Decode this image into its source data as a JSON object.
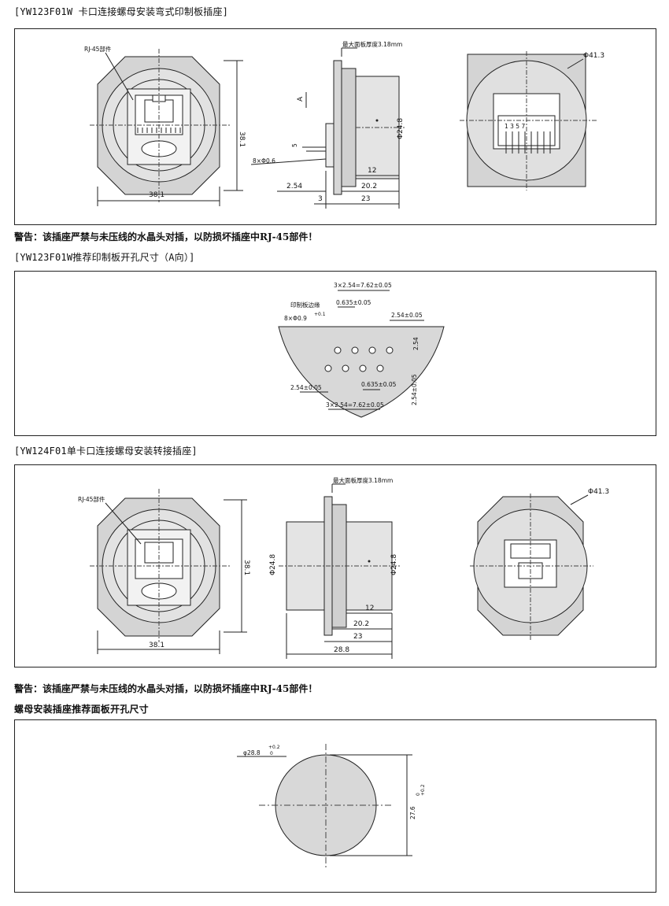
{
  "sections": [
    {
      "heading": "[YW123F01W 卡口连接螺母安装弯式印制板插座]"
    },
    {
      "heading": "[YW123F01W推荐印制板开孔尺寸（A向）]"
    },
    {
      "heading": "[YW124F01单卡口连接螺母安装转接插座]"
    },
    {
      "heading": "螺母安装插座推荐面板开孔尺寸"
    }
  ],
  "warnings": [
    "警告：该插座严禁与未压线的水晶头对插，以防损坏插座中RJ-45部件！",
    "警告：该插座严禁与未压线的水晶头对插，以防损坏插座中RJ-45部件！"
  ],
  "panel1": {
    "rj45_label": "RJ-45部件",
    "width_dim": "38.1",
    "height_dim": "38.1",
    "panel_thickness": "最大面板厚度3.18mm",
    "dia_24_8": "Φ24.8",
    "pins": "8×Φ0.6",
    "d_12": "12",
    "d_2_54": "2.54",
    "d_20_2": "20.2",
    "d_3": "3",
    "d_23": "23",
    "d_5": "5",
    "arrow_a": "A",
    "dia_41_3": "Φ41.3",
    "pin_nums": "1 3 5 7"
  },
  "panel2": {
    "top_dim": "3×2.54=7.62±0.05",
    "pcb_edge": "印制板边缘",
    "holes": "8×Φ0.9",
    "tol": "+0.1",
    "pitch_top": "0.635±0.05",
    "pitch_right": "2.54±0.05",
    "v_dim": "2.54",
    "left_dim": "2.54±0.05",
    "pitch_bottom": "0.635±0.05",
    "bottom_dim": "3×2.54=7.62±0.05",
    "right_v_dim": "2.54±0.05"
  },
  "panel3": {
    "rj45_label": "RJ-45部件",
    "width_dim": "38.1",
    "height_dim": "38.1",
    "panel_thickness": "最大面板厚度3.18mm",
    "dia_left": "Φ24.8",
    "dia_right": "Φ24.8",
    "d_12": "12",
    "d_20_2": "20.2",
    "d_23": "23",
    "d_28_8": "28.8",
    "dia_41_3": "Φ41.3"
  },
  "panel4": {
    "dia": "φ28.8",
    "dia_tol": "+0.2",
    "dia_tol2": "0",
    "height": "27.6",
    "height_tol": "+0.2",
    "height_tol2": "0"
  }
}
